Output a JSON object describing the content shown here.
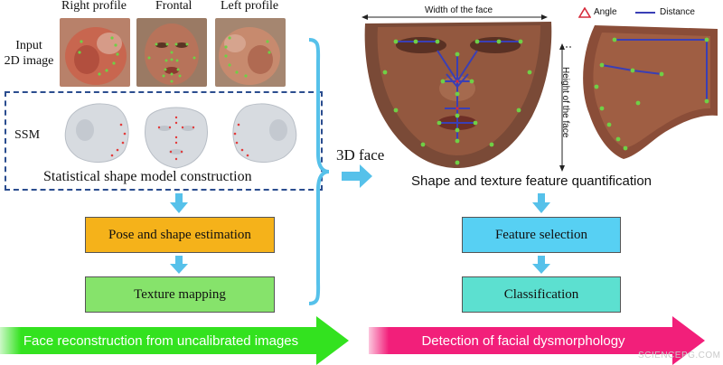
{
  "profiles": {
    "right": "Right profile",
    "frontal": "Frontal",
    "left": "Left profile"
  },
  "input_label_line1": "Input",
  "input_label_line2": "2D image",
  "ssm_label": "SSM",
  "ssm_caption": "Statistical shape model construction",
  "steps_left": {
    "pose": "Pose and shape estimation",
    "texture": "Texture mapping"
  },
  "three_d_face": "3D face",
  "face_measure": {
    "width_label": "Width of the face",
    "height_label": "Height of the face",
    "legend_angle": "Angle",
    "legend_distance": "Distance"
  },
  "quantification_caption": "Shape and texture feature quantification",
  "steps_right": {
    "selection": "Feature selection",
    "classification": "Classification"
  },
  "bottom": {
    "left_arrow": "Face reconstruction from uncalibrated images",
    "right_arrow": "Detection of facial dysmorphology"
  },
  "watermark": "SCIENCEPG.COM",
  "colors": {
    "ssm_border": "#2b4d8f",
    "small_arrow": "#56c1ea",
    "brace": "#56c1ea",
    "orange_box": "#f5b21a",
    "green_box": "#86e36b",
    "blue_box": "#57d0f3",
    "teal_box": "#5ce0d0",
    "green_arrow": "#33e21f",
    "pink_arrow": "#f21f7a",
    "landmark": "#6fd046",
    "angle_marker": "#d62b3b",
    "distance_line": "#3a3fb5"
  }
}
